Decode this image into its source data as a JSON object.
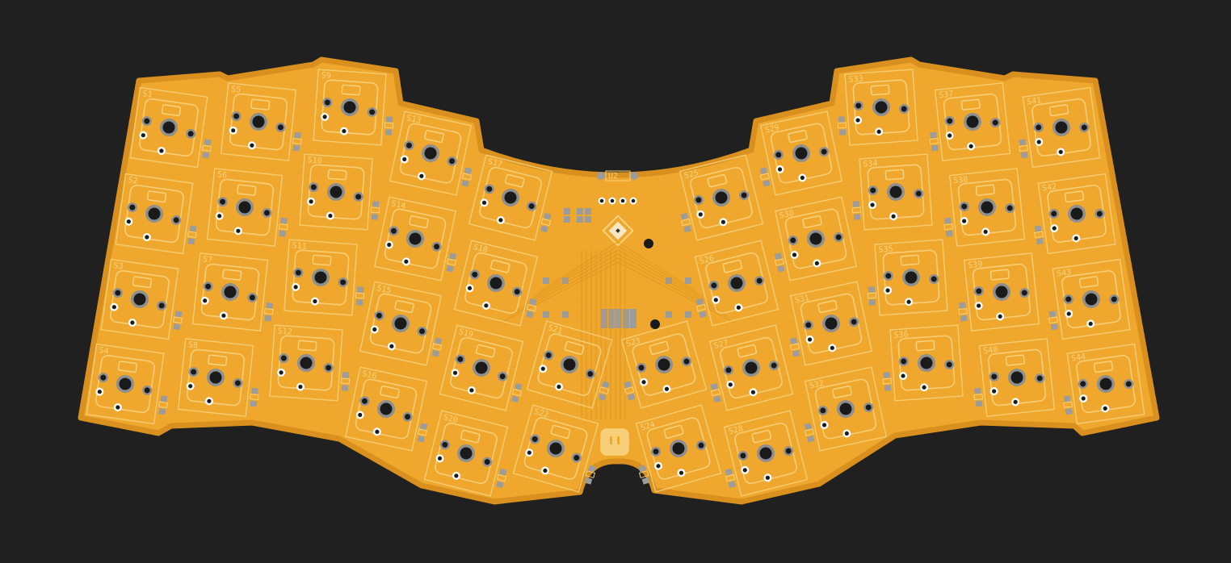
{
  "colors": {
    "background": "#202020",
    "board": "#EFA82D",
    "board_edge": "#D9901E",
    "silk": "#F7D27F",
    "pad": "#9C9C9C",
    "hole": "#1A1A1A"
  },
  "left_keys": [
    "S1",
    "S2",
    "S3",
    "S4",
    "S5",
    "S6",
    "S7",
    "S8",
    "S9",
    "S10",
    "S11",
    "S12",
    "S13",
    "S14",
    "S15",
    "S16",
    "S17",
    "S18",
    "S19",
    "S20",
    "S21",
    "S22"
  ],
  "right_keys": [
    "S23",
    "S24",
    "S25",
    "S26",
    "S27",
    "S28",
    "S29",
    "S30",
    "S31",
    "S32",
    "S33",
    "S34",
    "S35",
    "S36",
    "S37",
    "S38",
    "S39",
    "S40",
    "S41",
    "S42",
    "S43",
    "S44"
  ],
  "center_labels": {
    "mcu_ref": "U2"
  }
}
